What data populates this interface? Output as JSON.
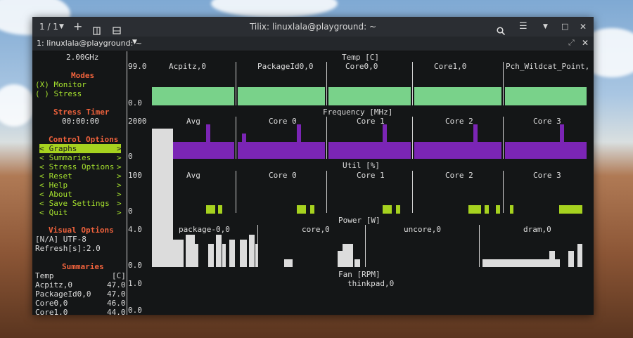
{
  "window": {
    "title": "Tilix: linuxlala@playground: ~",
    "session_counter": "1 / 1",
    "tab_label": "1: linuxlala@playground: ~"
  },
  "sidebar": {
    "freq": "2.00GHz",
    "modes_title": "Modes",
    "mode_monitor": "(X) Monitor",
    "mode_stress": "( ) Stress",
    "stress_timer_title": "Stress Timer",
    "stress_timer_value": "00:00:00",
    "control_title": "Control Options",
    "control_items": [
      {
        "left": "<",
        "label": "Graphs",
        "right": ">"
      },
      {
        "left": "<",
        "label": "Summaries",
        "right": ">"
      },
      {
        "left": "<",
        "label": "Stress Options",
        "right": ">"
      },
      {
        "left": "<",
        "label": "Reset",
        "right": ">"
      },
      {
        "left": "<",
        "label": "Help",
        "right": ">"
      },
      {
        "left": "<",
        "label": "About",
        "right": ">"
      },
      {
        "left": "<",
        "label": "Save Settings",
        "right": ">"
      },
      {
        "left": "<",
        "label": "Quit",
        "right": ">"
      }
    ],
    "visual_title": "Visual Options",
    "visual_encoding": "[N/A] UTF-8",
    "visual_refresh": "Refresh[s]:2.0",
    "summaries_title": "Summaries",
    "summary_head": "Temp",
    "summary_unit": "[C]",
    "summary_rows": [
      {
        "name": "Acpitz,0",
        "value": "47.0"
      },
      {
        "name": "PackageId0,0",
        "value": "47.0"
      },
      {
        "name": "Core0,0",
        "value": "46.0"
      },
      {
        "name": "Core1,0",
        "value": "44.0"
      }
    ]
  },
  "graphs": {
    "temp": {
      "title": "Temp [C]",
      "max": "99.0",
      "min": "0.0",
      "series": [
        "Acpitz,0",
        "PackageId0,0",
        "Core0,0",
        "Core1,0",
        "Pch_Wildcat_Point,"
      ],
      "color": "#79d28a"
    },
    "freq": {
      "title": "Frequency [MHz]",
      "max": "2000",
      "min": "0",
      "series": [
        "Avg",
        "Core 0",
        "Core 1",
        "Core 2",
        "Core 3"
      ],
      "color": "#7b25b5"
    },
    "util": {
      "title": "Util [%]",
      "max": "100",
      "min": "0",
      "series": [
        "Avg",
        "Core 0",
        "Core 1",
        "Core 2",
        "Core 3"
      ],
      "color": "#a6d21f"
    },
    "power": {
      "title": "Power [W]",
      "max": "4.0",
      "min": "0.0",
      "series": [
        "package-0,0",
        "core,0",
        "uncore,0",
        "dram,0"
      ],
      "color": "#dcdcdc"
    },
    "fan": {
      "title": "Fan [RPM]",
      "max": "1.0",
      "min": "0.0",
      "series": [
        "thinkpad,0"
      ]
    }
  }
}
